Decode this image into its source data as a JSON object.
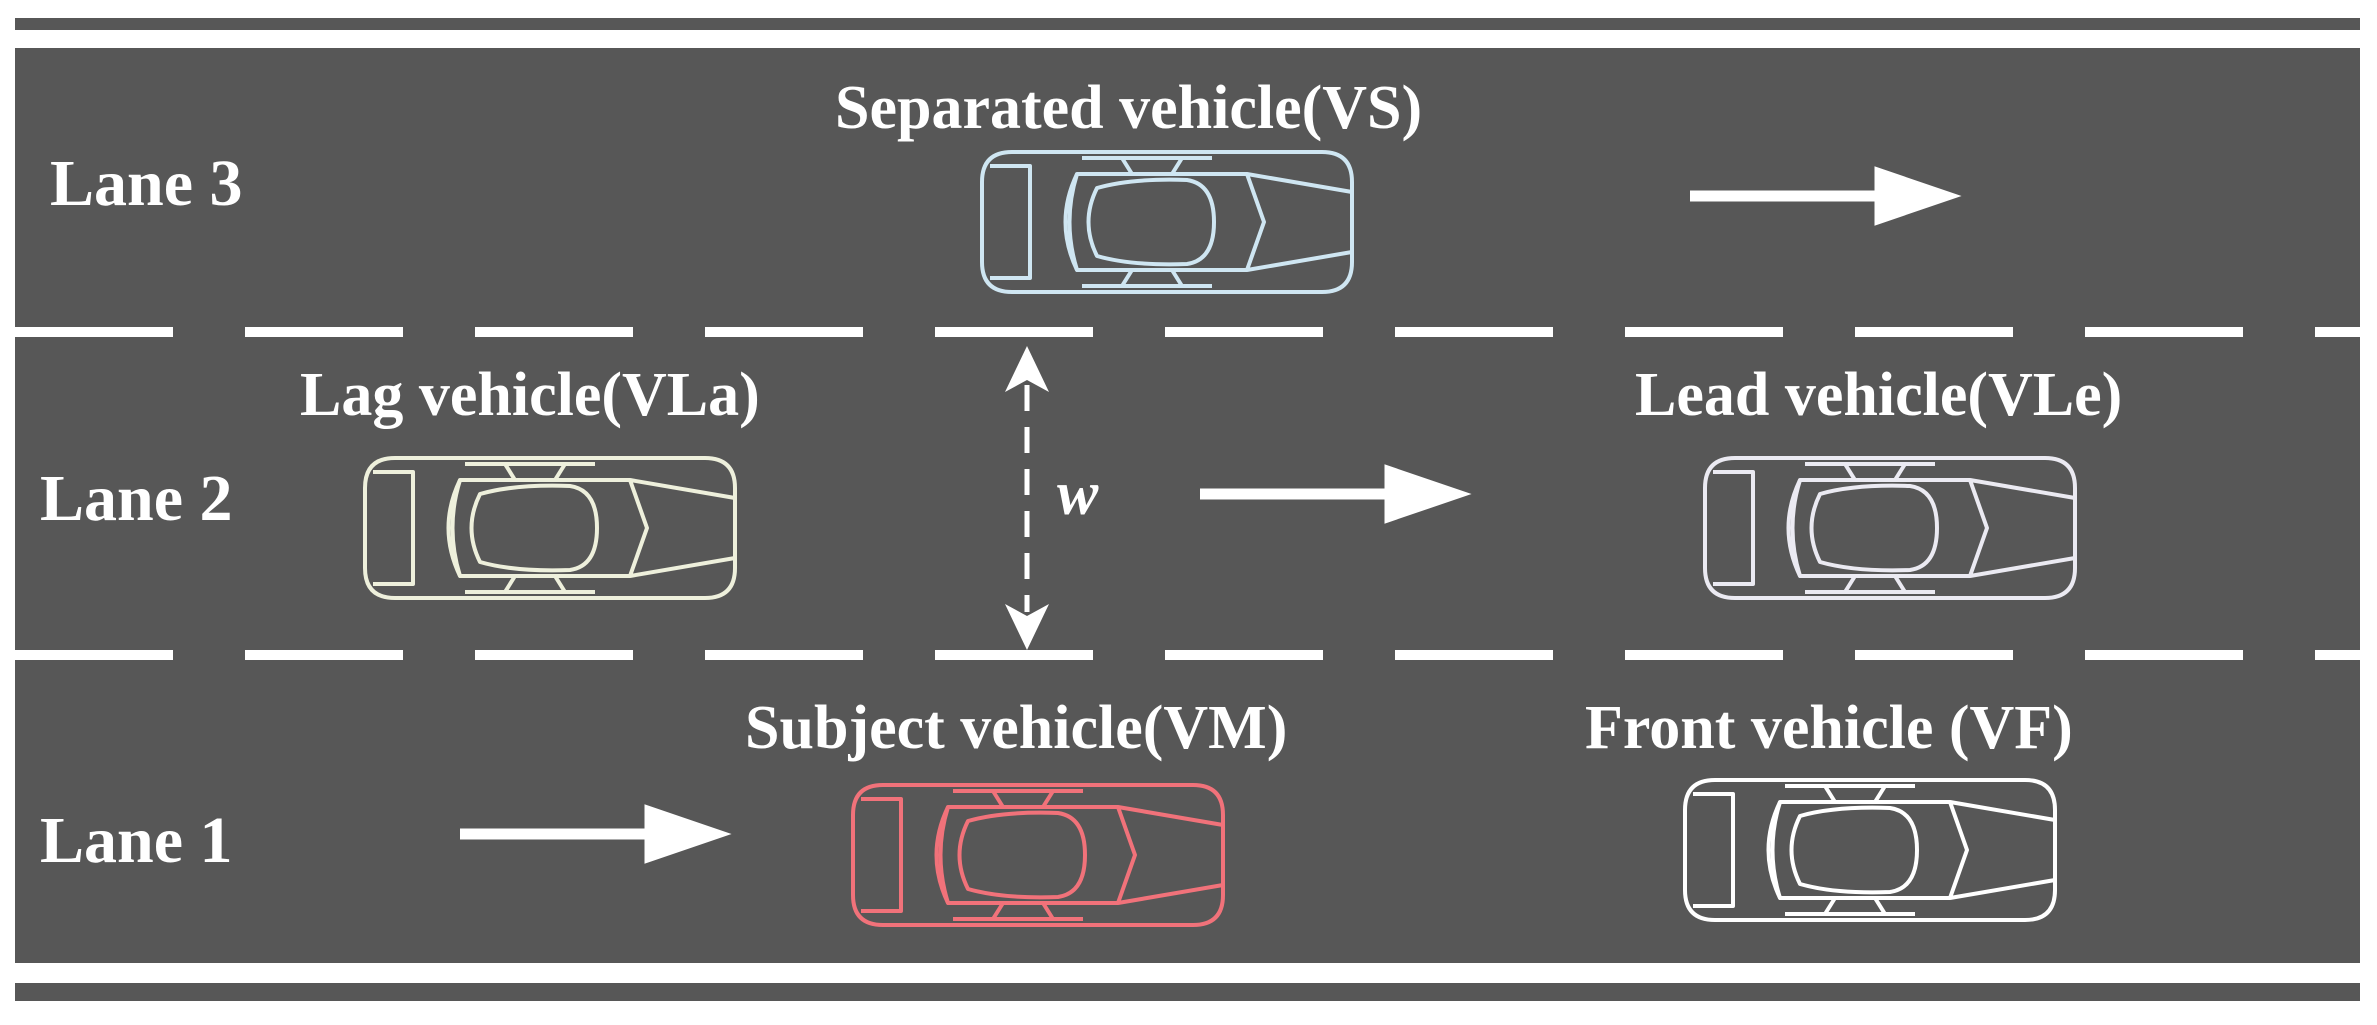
{
  "colors": {
    "road": "#575757",
    "marking": "#ffffff",
    "background": "#ffffff",
    "subject": "#f1727a",
    "separated": "#cfe6f2",
    "lag": "#eef0dc",
    "lead": "#ebeaf2",
    "front": "#ffffff"
  },
  "lanes": [
    {
      "label": "Lane 3"
    },
    {
      "label": "Lane 2"
    },
    {
      "label": "Lane 1"
    }
  ],
  "vehicles": {
    "separated": {
      "label": "Separated vehicle(VS)"
    },
    "lag": {
      "label": "Lag vehicle(VLa)"
    },
    "lead": {
      "label": "Lead vehicle(VLe)"
    },
    "subject": {
      "label": "Subject vehicle(VM)"
    },
    "front": {
      "label": "Front vehicle (VF)"
    }
  },
  "lane_width_symbol": "w",
  "icons": [
    "car-icon",
    "arrow-right-icon",
    "double-arrow-vertical-icon"
  ]
}
